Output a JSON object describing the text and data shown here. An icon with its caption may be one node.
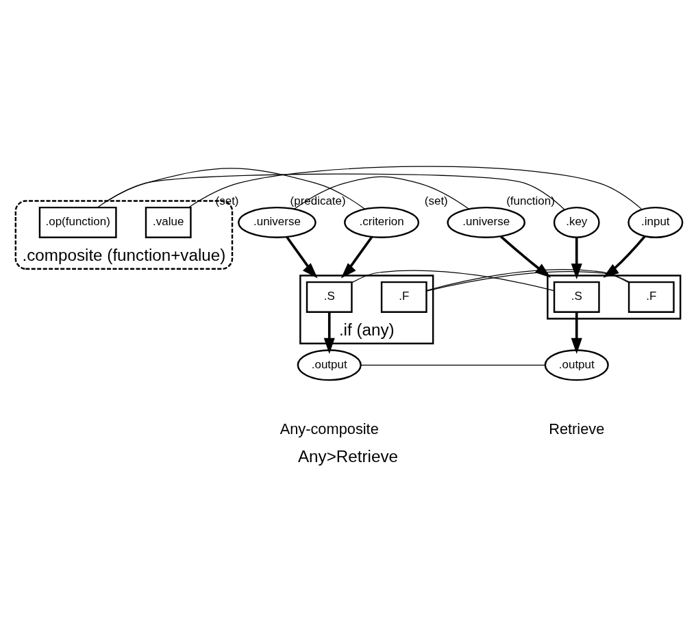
{
  "diagram": {
    "title": "Any>Retrieve",
    "nodes": [
      {
        "text": [
          ".composite (function+value)"
        ]
      },
      {
        "text": [
          ".op(function)"
        ],
        "in": 0
      },
      {
        "text": [
          ".value"
        ],
        "in": 0
      },
      {
        "text": [
          ".universe"
        ],
        "beside": [
          "(set)"
        ]
      },
      {
        "text": [
          ".criterion"
        ],
        "beside": [
          "(predicate)"
        ]
      },
      {
        "text": [
          ".if (any)"
        ]
      },
      {
        "text": [
          ".S"
        ],
        "in": 5
      },
      {
        "text": [
          ".F"
        ],
        "in": 5
      },
      {
        "text": [
          ".output"
        ]
      },
      {
        "text": [
          ".universe"
        ],
        "beside": [
          "(set)"
        ]
      },
      {
        "text": [
          ".key"
        ],
        "beside": [
          "(function)"
        ]
      },
      {
        "text": [
          ".input"
        ]
      },
      {
        "text": [],
        "shape": "box"
      },
      {
        "text": [
          ".S"
        ],
        "in": 12
      },
      {
        "text": [
          ".F"
        ],
        "in": 12
      },
      {
        "text": [
          ".output"
        ]
      }
    ],
    "edges": [
      {
        "from": 0,
        "to": 4,
        "arrow": "none"
      },
      {
        "from": 1,
        "to": 10,
        "arrow": "none"
      },
      {
        "from": 2,
        "to": 11,
        "arrow": "none"
      },
      {
        "from": 3,
        "to": 9,
        "arrow": "none"
      },
      {
        "from": 3,
        "to": 5,
        "arrow": "to",
        "style": "thick"
      },
      {
        "from": 4,
        "to": 5,
        "arrow": "to",
        "style": "thick"
      },
      {
        "from": 9,
        "to": 12,
        "arrow": "to",
        "style": "thick"
      },
      {
        "from": 10,
        "to": 12,
        "arrow": "to",
        "style": "thick"
      },
      {
        "from": 11,
        "to": 12,
        "arrow": "to",
        "style": "thick"
      },
      {
        "from": 7,
        "to": 14,
        "arrow": "none"
      },
      {
        "from": 6,
        "to": 13,
        "arrow": "none"
      },
      {
        "from": 6,
        "to": 8,
        "arrow": "to",
        "style": "thick"
      },
      {
        "from": 13,
        "to": 15,
        "arrow": "to",
        "style": "thick"
      },
      {
        "from": 8,
        "to": 15,
        "arrow": "none"
      }
    ],
    "labels": [
      "Any-composite",
      "Retrieve"
    ]
  }
}
